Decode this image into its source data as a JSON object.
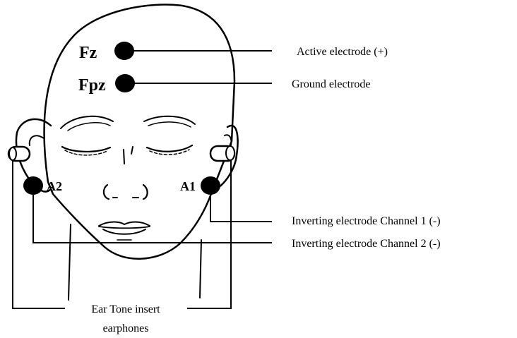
{
  "electrodes": {
    "fz": "Fz",
    "fpz": "Fpz",
    "a1": "A1",
    "a2": "A2"
  },
  "callouts": {
    "active": "Active electrode (+)",
    "ground": "Ground electrode",
    "inverting_ch1": "Inverting electrode Channel 1 (-)",
    "inverting_ch2": "Inverting electrode Channel 2 (-)",
    "earphones_line1": "Ear Tone insert",
    "earphones_line2": "earphones"
  },
  "colors": {
    "ink": "#000000",
    "background": "#ffffff"
  }
}
